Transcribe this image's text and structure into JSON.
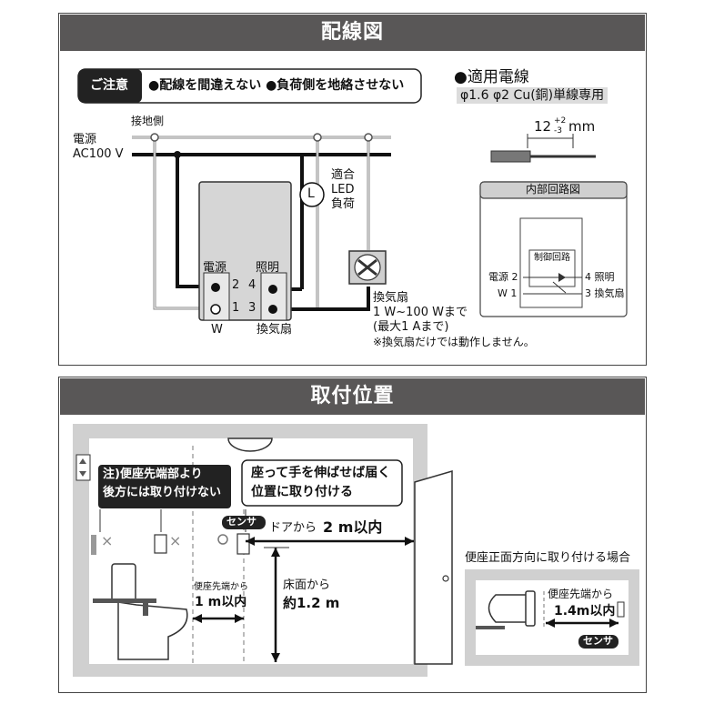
{
  "wiring": {
    "title": "配線図",
    "caution_label": "ご注意",
    "caution_text": "●配線を間違えない ●負荷側を地絡させない",
    "cable_title": "●適用電線",
    "cable_spec": "φ1.6 φ2 Cu(銅)単線専用",
    "strip_base": "12",
    "strip_tol_plus": "+2",
    "strip_tol_minus": "-3",
    "strip_unit": "mm",
    "ground_side": "接地側",
    "power_label_1": "電源",
    "power_label_2": "AC100 V",
    "led_letter": "L",
    "led_1": "適合",
    "led_2": "LED",
    "led_3": "負荷",
    "term_power": "電源",
    "term_light": "照明",
    "term_2": "2",
    "term_4": "4",
    "term_1": "1",
    "term_3": "3",
    "term_w": "W",
    "term_fan": "換気扇",
    "fan_label": "換気扇",
    "fan_spec_1": "1 W~100 Wまで",
    "fan_spec_2": "(最大1 Aまで)",
    "fan_note": "※換気扇だけでは動作しません。",
    "internal_title": "内部回路図",
    "internal_ctrl": "制御回路",
    "internal_left_1": "電源 2",
    "internal_left_2": "W 1",
    "internal_right_1": "4 照明",
    "internal_right_2": "3 換気扇"
  },
  "mounting": {
    "title": "取付位置",
    "note_1": "注)便座先端部より",
    "note_2": "後方には取り付けない",
    "reach_1": "座って手を伸ばせば届く",
    "reach_2": "位置に取り付ける",
    "sensor_label": "センサ",
    "door_dist_prefix": "ドアから",
    "door_dist_value": "2 m以内",
    "seat_dist_1": "便座先端から",
    "seat_dist_2": "1 m以内",
    "floor_1": "床面から",
    "floor_2": "約1.2 m",
    "front_title": "便座正面方向に取り付ける場合",
    "front_dist_1": "便座先端から",
    "front_dist_2": "1.4m以内",
    "front_sensor": "センサ"
  }
}
